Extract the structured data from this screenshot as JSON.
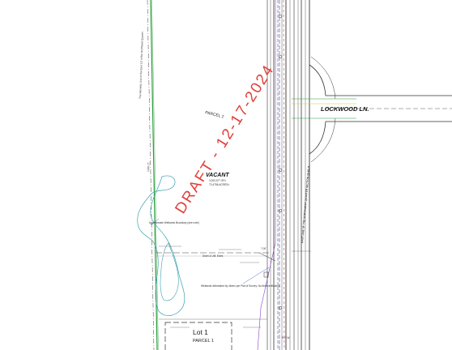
{
  "plan": {
    "draft_watermark": "DRAFT - 12-17-2024",
    "parcel_2": "PARCEL 2",
    "vacant": "VACANT",
    "vacant_sub_1": "3,200,577 SF±",
    "vacant_sub_2": "73.4756 ACRES±",
    "lot_1": "Lot 1",
    "parcel_1": "PARCEL 1",
    "lockwood_ln": "LOCKWOOD LN.",
    "west_line_note": "The Westerly Line of the East 1/2 of the Northwest Quarter",
    "east_line_note": "EAST LINE OF THE NORTHWEST QUARTER SECTION 29-46-11",
    "wetland_note": "Approximate Wetlands Boundary (see note)",
    "detention_note": "Wetlands delineated by others per Plat of Survey. No field verification.",
    "dimension_left": "1330.71'",
    "dimension_top": "7.00'",
    "easement_label": "Drain & Util. Esmt.",
    "row_label": "R.O.W."
  },
  "colors": {
    "row_line": "#2a9d3a",
    "wetland": "#3aa0b0",
    "boundary": "#333333",
    "watermark": "#e0403a",
    "utility_blue": "#3344cc",
    "utility_purple": "#8a44c4",
    "utility_red": "#cc2222"
  }
}
